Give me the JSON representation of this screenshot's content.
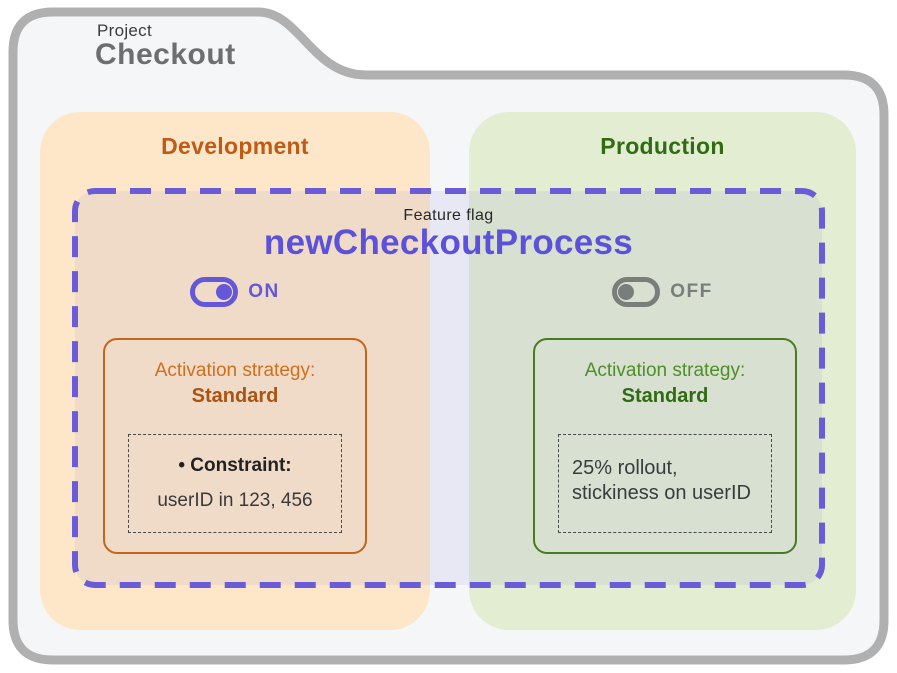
{
  "project": {
    "label": "Project",
    "name": "Checkout"
  },
  "feature_flag": {
    "kicker": "Feature flag",
    "name": "newCheckoutProcess",
    "accent_color": "#5c52da",
    "boundary_color": "#6a5cd8"
  },
  "environments": [
    {
      "label": "Development",
      "accent_color": "#c05a17",
      "panel_color": "#fde7c8",
      "toggle": {
        "label": "ON",
        "state": "on",
        "color": "#6458d8"
      },
      "strategy": {
        "title": "Activation strategy:",
        "type": "Standard",
        "constraint_label": "• Constraint:",
        "constraint_value": "userID in 123, 456"
      }
    },
    {
      "label": "Production",
      "accent_color": "#2f6c12",
      "panel_color": "#e3edd2",
      "toggle": {
        "label": "OFF",
        "state": "off",
        "color": "#797e7a"
      },
      "strategy": {
        "title": "Activation strategy:",
        "type": "Standard",
        "rollout_line1": "25% rollout,",
        "rollout_line2": "stickiness on userID"
      }
    }
  ],
  "colors": {
    "folder_fill": "#f5f6f8",
    "folder_border": "#b0b0b0",
    "dark_text": "#272727",
    "project_name_text": "#6e6e70"
  }
}
